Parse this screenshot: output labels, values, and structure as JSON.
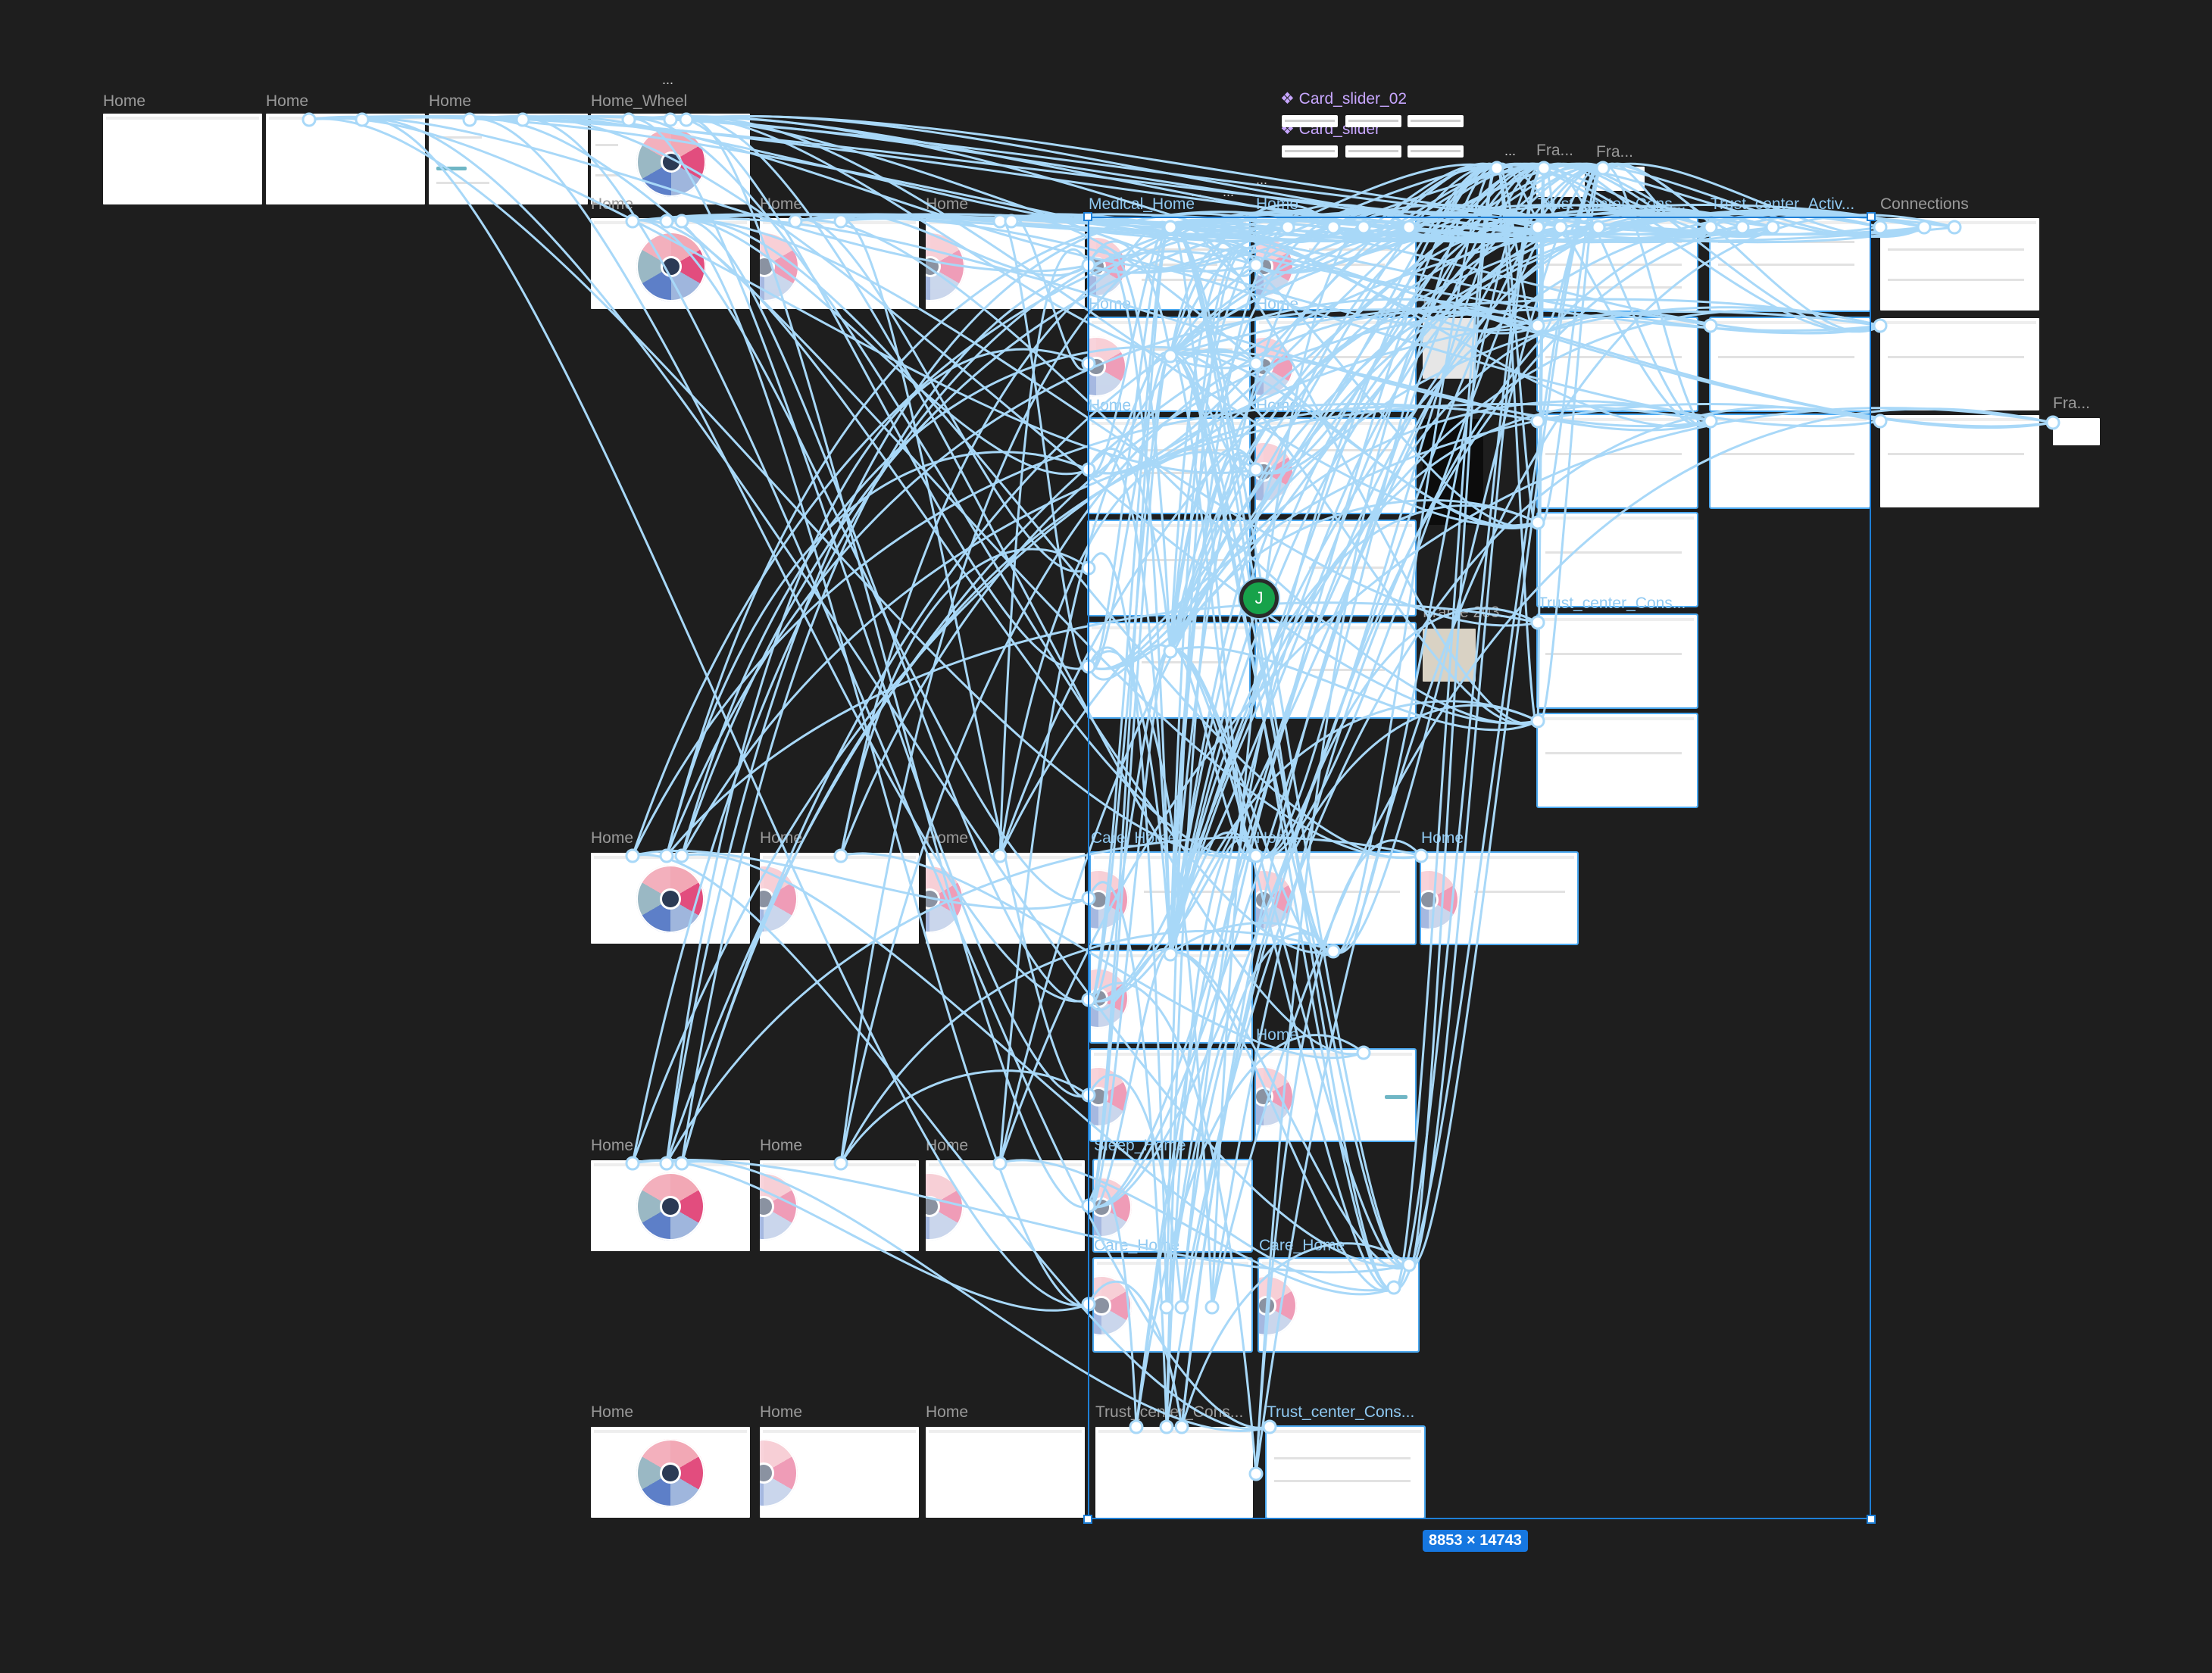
{
  "canvas": {
    "background": "#1e1e1e",
    "connector_color": "#a8d8f8",
    "selection_color": "#1e7fd6"
  },
  "frames": [
    {
      "id": "f_r0c0",
      "label": "Home",
      "selected": false,
      "kind": "blank"
    },
    {
      "id": "f_r0c1",
      "label": "Home",
      "selected": false,
      "kind": "blank"
    },
    {
      "id": "f_r0c2",
      "label": "Home",
      "selected": false,
      "kind": "list"
    },
    {
      "id": "f_r0c3",
      "label": "Home_Wheel",
      "selected": false,
      "kind": "wheel"
    },
    {
      "id": "f_r1c0",
      "label": "Home",
      "selected": false,
      "kind": "wheel"
    },
    {
      "id": "f_r1c1",
      "label": "Home",
      "selected": false,
      "kind": "wheel-faded"
    },
    {
      "id": "f_r1c2",
      "label": "Home",
      "selected": false,
      "kind": "wheel-faded"
    },
    {
      "id": "f_r1c3",
      "label": "Medical_Home",
      "selected": true,
      "kind": "dashboard"
    },
    {
      "id": "f_r1c4",
      "label": "Home",
      "selected": true,
      "kind": "dashboard"
    },
    {
      "id": "f_r2c3",
      "label": "Home",
      "selected": true,
      "kind": "dashboard"
    },
    {
      "id": "f_r2c4",
      "label": "Home",
      "selected": true,
      "kind": "dashboard"
    },
    {
      "id": "f_r2c5",
      "label": "Fra...",
      "selected": false,
      "kind": "spheres"
    },
    {
      "id": "f_r3c3",
      "label": "Home",
      "selected": true,
      "kind": "dashboard"
    },
    {
      "id": "f_r3c4",
      "label": "Home",
      "selected": true,
      "kind": "dashboard"
    },
    {
      "id": "f_r3c5",
      "label": "",
      "selected": false,
      "kind": "dark"
    },
    {
      "id": "f_r4c3",
      "label": "",
      "selected": true,
      "kind": "dashboard"
    },
    {
      "id": "f_r4c4",
      "label": "",
      "selected": true,
      "kind": "dashboard"
    },
    {
      "id": "f_r5c3",
      "label": "",
      "selected": true,
      "kind": "dashboard"
    },
    {
      "id": "f_r5c4",
      "label": "",
      "selected": true,
      "kind": "dashboard"
    },
    {
      "id": "f_r5c5",
      "label": "Frame 203...",
      "selected": false,
      "kind": "photo"
    },
    {
      "id": "f_tc1",
      "label": "Trust_center_Cons...",
      "selected": true,
      "kind": "table"
    },
    {
      "id": "f_tc2",
      "label": "Trust_center_Activ...",
      "selected": true,
      "kind": "table"
    },
    {
      "id": "f_conn1",
      "label": "Connections",
      "selected": false,
      "kind": "table"
    },
    {
      "id": "f_tc1b",
      "label": "",
      "selected": true,
      "kind": "table"
    },
    {
      "id": "f_tc2b",
      "label": "",
      "selected": true,
      "kind": "table"
    },
    {
      "id": "f_conn2",
      "label": "",
      "selected": false,
      "kind": "table"
    },
    {
      "id": "f_tc1c",
      "label": "",
      "selected": true,
      "kind": "table"
    },
    {
      "id": "f_tc2c",
      "label": "",
      "selected": true,
      "kind": "table"
    },
    {
      "id": "f_conn3",
      "label": "",
      "selected": false,
      "kind": "table"
    },
    {
      "id": "f_tc1d",
      "label": "",
      "selected": true,
      "kind": "table"
    },
    {
      "id": "f_tc1e",
      "label": "Trust_center_Cons...",
      "selected": true,
      "kind": "table"
    },
    {
      "id": "f_tc1f",
      "label": "",
      "selected": true,
      "kind": "table"
    },
    {
      "id": "f_fra_top1",
      "label": "Fra...",
      "selected": false,
      "kind": "small"
    },
    {
      "id": "f_fra_top2",
      "label": "Fra...",
      "selected": false,
      "kind": "small"
    },
    {
      "id": "f_fra_right",
      "label": "Fra...",
      "selected": false,
      "kind": "small"
    },
    {
      "id": "f_m0c0",
      "label": "Home",
      "selected": false,
      "kind": "wheel"
    },
    {
      "id": "f_m0c1",
      "label": "Home",
      "selected": false,
      "kind": "wheel-faded"
    },
    {
      "id": "f_m0c2",
      "label": "Home",
      "selected": false,
      "kind": "wheel-faded"
    },
    {
      "id": "f_m0c3",
      "label": "Care_Home",
      "selected": true,
      "kind": "dashboard"
    },
    {
      "id": "f_m0c4",
      "label": "Home",
      "selected": true,
      "kind": "dashboard"
    },
    {
      "id": "f_m0c5",
      "label": "Home",
      "selected": true,
      "kind": "dashboard"
    },
    {
      "id": "f_m1c3",
      "label": "",
      "selected": true,
      "kind": "dashboard"
    },
    {
      "id": "f_m2c3",
      "label": "",
      "selected": true,
      "kind": "dashboard"
    },
    {
      "id": "f_m2c4",
      "label": "Home",
      "selected": true,
      "kind": "dashboard"
    },
    {
      "id": "f_s0c0",
      "label": "Home",
      "selected": false,
      "kind": "wheel"
    },
    {
      "id": "f_s0c1",
      "label": "Home",
      "selected": false,
      "kind": "wheel-faded"
    },
    {
      "id": "f_s0c2",
      "label": "Home",
      "selected": false,
      "kind": "wheel-faded"
    },
    {
      "id": "f_s0c3",
      "label": "Sleep_Home",
      "selected": true,
      "kind": "dashboard"
    },
    {
      "id": "f_s1c3",
      "label": "Care_Home",
      "selected": true,
      "kind": "dashboard"
    },
    {
      "id": "f_s1c4",
      "label": "Care_Home",
      "selected": true,
      "kind": "dashboard"
    },
    {
      "id": "f_b0c0",
      "label": "Home",
      "selected": false,
      "kind": "wheel"
    },
    {
      "id": "f_b0c1",
      "label": "Home",
      "selected": false,
      "kind": "wheel-faded"
    },
    {
      "id": "f_b0c2",
      "label": "Home",
      "selected": false,
      "kind": "blank"
    },
    {
      "id": "f_b0c3",
      "label": "Trust_center_Cons...",
      "selected": false,
      "kind": "blank"
    },
    {
      "id": "f_b0c4",
      "label": "Trust_center_Cons...",
      "selected": true,
      "kind": "table"
    }
  ],
  "components": {
    "card_slider_02": "❖ Card_slider_02",
    "card_slider": "❖ Card_slider"
  },
  "ellipses": [
    "...",
    "...",
    "...",
    "...",
    "..."
  ],
  "selection": {
    "dimensions": "8853 × 14743"
  },
  "collaborator": {
    "initial": "J",
    "color": "#17a24a"
  }
}
